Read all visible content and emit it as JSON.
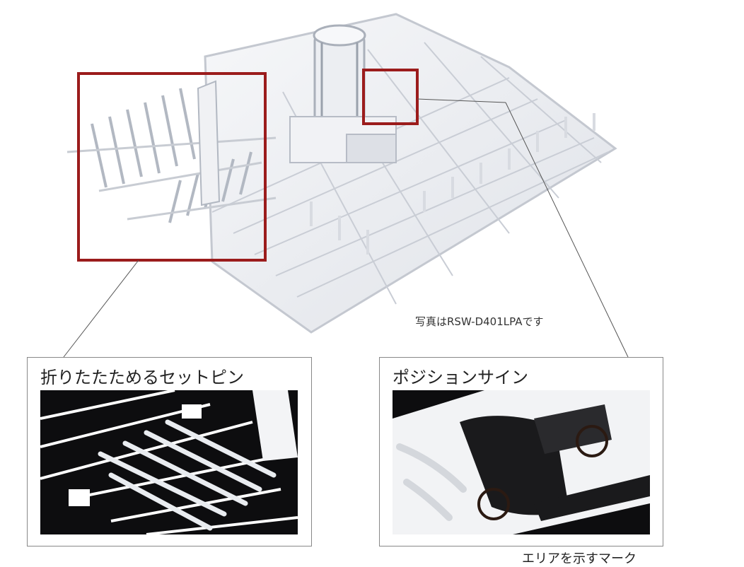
{
  "photo": {
    "caption": "写真はRSW-D401LPAです",
    "highlight_color": "#9b1c1c",
    "marker_color": "#2b1a12"
  },
  "details": [
    {
      "title": "折りたたためるセットピン",
      "icon": "folding-set-pin-closeup"
    },
    {
      "title": "ポジションサイン",
      "icon": "position-sign-closeup"
    }
  ],
  "footer": {
    "partial_text": "エリアを示すマーク"
  }
}
